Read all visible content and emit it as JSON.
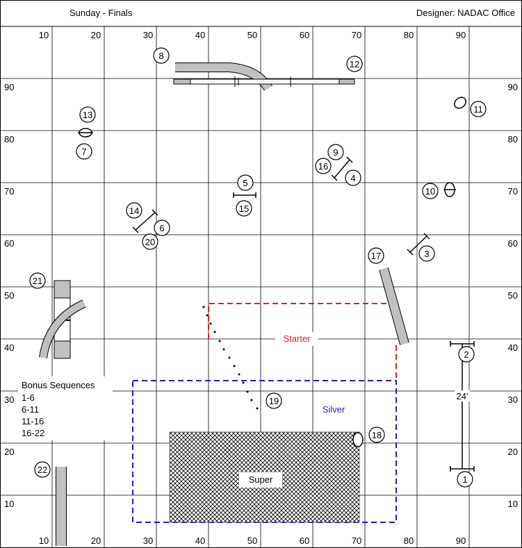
{
  "header": {
    "title": "Sunday - Finals",
    "designer": "Designer: NADAC Office"
  },
  "grid": {
    "top_x_labels": [
      "10",
      "20",
      "30",
      "40",
      "50",
      "60",
      "70",
      "80",
      "90"
    ],
    "bottom_x_labels": [
      "10",
      "20",
      "30",
      "40",
      "50",
      "60",
      "70",
      "80",
      "90"
    ],
    "left_y_labels": [
      "90",
      "80",
      "70",
      "60",
      "50",
      "40",
      "30",
      "20",
      "10"
    ],
    "right_y_labels": [
      "90",
      "80",
      "70",
      "60",
      "50",
      "40",
      "30",
      "20",
      "10"
    ]
  },
  "zones": {
    "starter": "Starter",
    "silver": "Silver",
    "super": "Super"
  },
  "bonus": {
    "title": "Bonus Sequences",
    "items": [
      "1-6",
      "6-11",
      "11-16",
      "16-22"
    ]
  },
  "measurement": "24'",
  "obstacle_numbers": [
    "1",
    "2",
    "3",
    "4",
    "5",
    "6",
    "7",
    "8",
    "9",
    "10",
    "11",
    "12",
    "13",
    "14",
    "15",
    "16",
    "17",
    "18",
    "19",
    "20",
    "21",
    "22"
  ],
  "colors": {
    "grid": "#000000",
    "starter": "#e02020",
    "silver": "#1a1ae6",
    "obstacle_fill": "#c0c0c0"
  }
}
